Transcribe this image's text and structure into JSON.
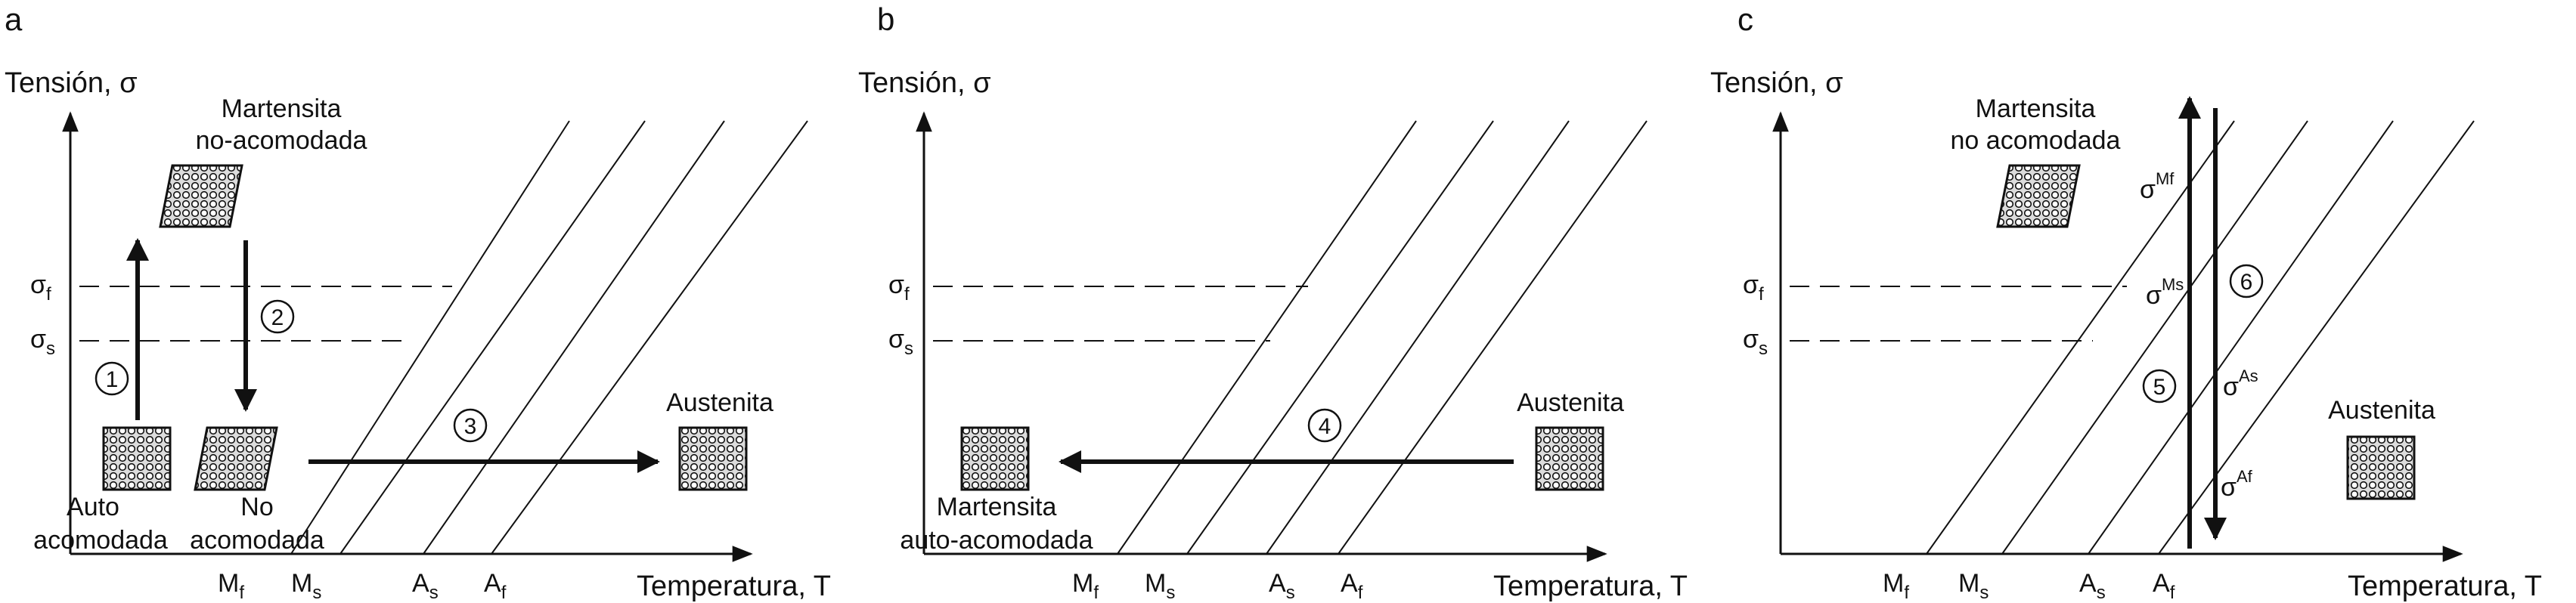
{
  "panels": {
    "a": {
      "letter": "a",
      "y_axis_label": "Tensión, σ",
      "x_axis_label": "Temperatura, T",
      "sigma_f": {
        "base": "σ",
        "sub": "f"
      },
      "sigma_s": {
        "base": "σ",
        "sub": "s"
      },
      "temps": [
        {
          "base": "M",
          "sub": "f"
        },
        {
          "base": "M",
          "sub": "s"
        },
        {
          "base": "A",
          "sub": "s"
        },
        {
          "base": "A",
          "sub": "f"
        }
      ],
      "label_martensita_top_1": "Martensita",
      "label_martensita_top_2": "no-acomodada",
      "label_auto_1": "Auto",
      "label_auto_2": "acomodada",
      "label_no_1": "No",
      "label_no_2": "acomodada",
      "label_austenita": "Austenita",
      "step1": "1",
      "step2": "2",
      "step3": "3"
    },
    "b": {
      "letter": "b",
      "y_axis_label": "Tensión, σ",
      "x_axis_label": "Temperatura, T",
      "sigma_f": {
        "base": "σ",
        "sub": "f"
      },
      "sigma_s": {
        "base": "σ",
        "sub": "s"
      },
      "temps": [
        {
          "base": "M",
          "sub": "f"
        },
        {
          "base": "M",
          "sub": "s"
        },
        {
          "base": "A",
          "sub": "s"
        },
        {
          "base": "A",
          "sub": "f"
        }
      ],
      "label_austenita": "Austenita",
      "label_martensita_1": "Martensita",
      "label_martensita_2": "auto-acomodada",
      "step4": "4"
    },
    "c": {
      "letter": "c",
      "y_axis_label": "Tensión, σ",
      "x_axis_label": "Temperatura, T",
      "sigma_f": {
        "base": "σ",
        "sub": "f"
      },
      "sigma_s": {
        "base": "σ",
        "sub": "s"
      },
      "temps": [
        {
          "base": "M",
          "sub": "f"
        },
        {
          "base": "M",
          "sub": "s"
        },
        {
          "base": "A",
          "sub": "s"
        },
        {
          "base": "A",
          "sub": "f"
        }
      ],
      "label_martensita_1": "Martensita",
      "label_martensita_2": "no acomodada",
      "label_austenita": "Austenita",
      "sigma_Mf": {
        "base": "σ",
        "sup": "Mf"
      },
      "sigma_Ms": {
        "base": "σ",
        "sup": "Ms"
      },
      "sigma_As": {
        "base": "σ",
        "sup": "As"
      },
      "sigma_Af": {
        "base": "σ",
        "sup": "Af"
      },
      "step5": "5",
      "step6": "6"
    }
  },
  "colors": {
    "line": "#111111",
    "background": "#ffffff",
    "pattern_fill": "#ffffff"
  }
}
